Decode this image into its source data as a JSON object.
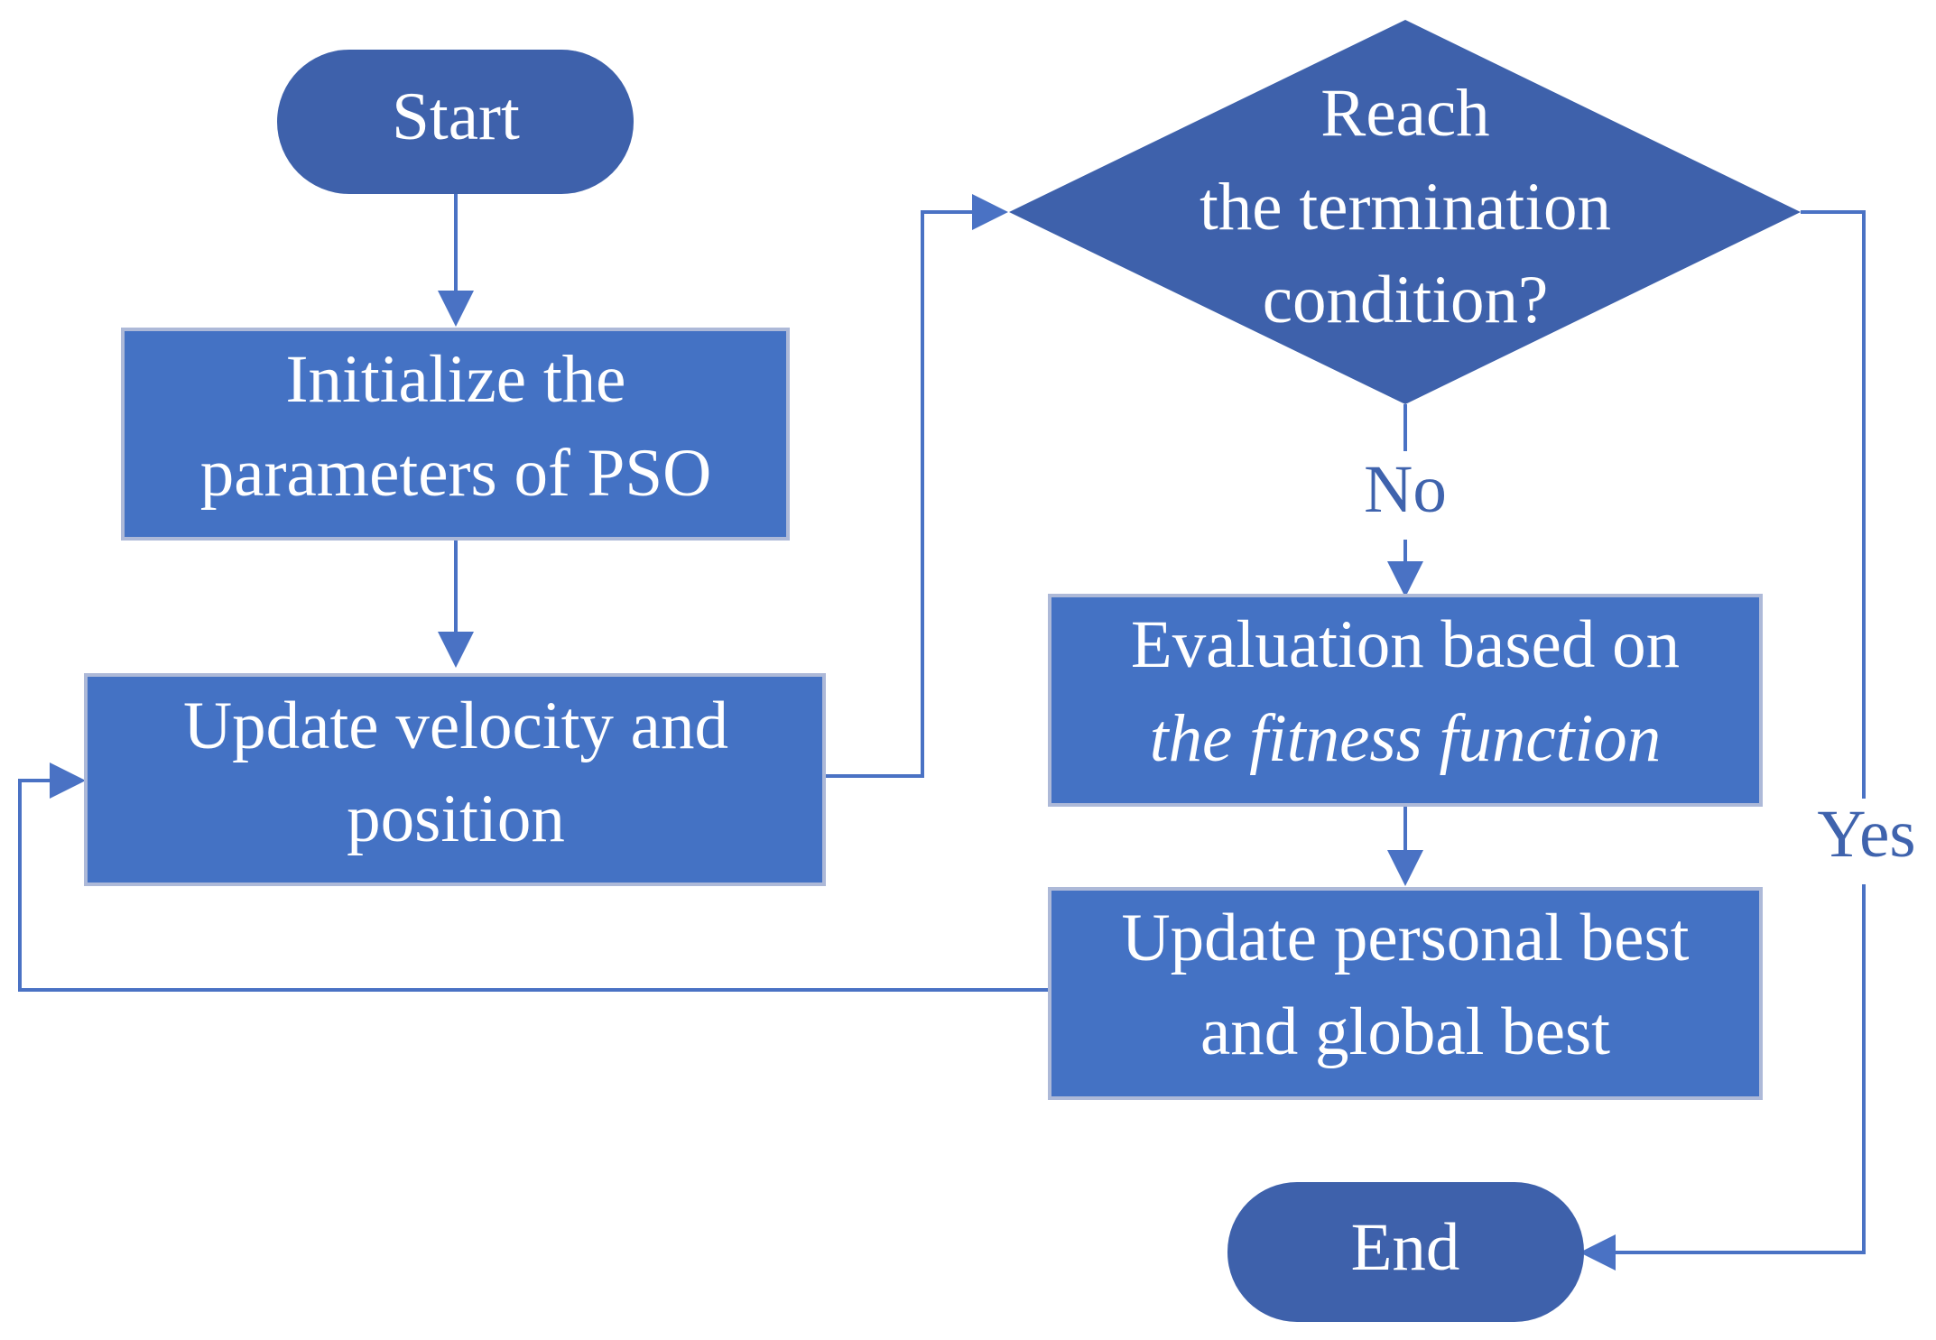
{
  "nodes": {
    "start": {
      "label": "Start"
    },
    "init": {
      "line1": "Initialize the",
      "line2": "parameters of PSO"
    },
    "update_vp": {
      "line1": "Update velocity and",
      "line2": "position"
    },
    "decision": {
      "line1": "Reach",
      "line2": "the termination",
      "line3": "condition?"
    },
    "evaluation": {
      "line1": "Evaluation based on",
      "line2": "the fitness function"
    },
    "update_best": {
      "line1": "Update personal best",
      "line2": "and global best"
    },
    "end": {
      "label": "End"
    }
  },
  "edge_labels": {
    "no": "No",
    "yes": "Yes"
  },
  "colors": {
    "box_fill": "#4472c4",
    "terminal_fill": "#3e61ab",
    "connector": "#4a72c4",
    "label_text": "#3f63ad"
  }
}
